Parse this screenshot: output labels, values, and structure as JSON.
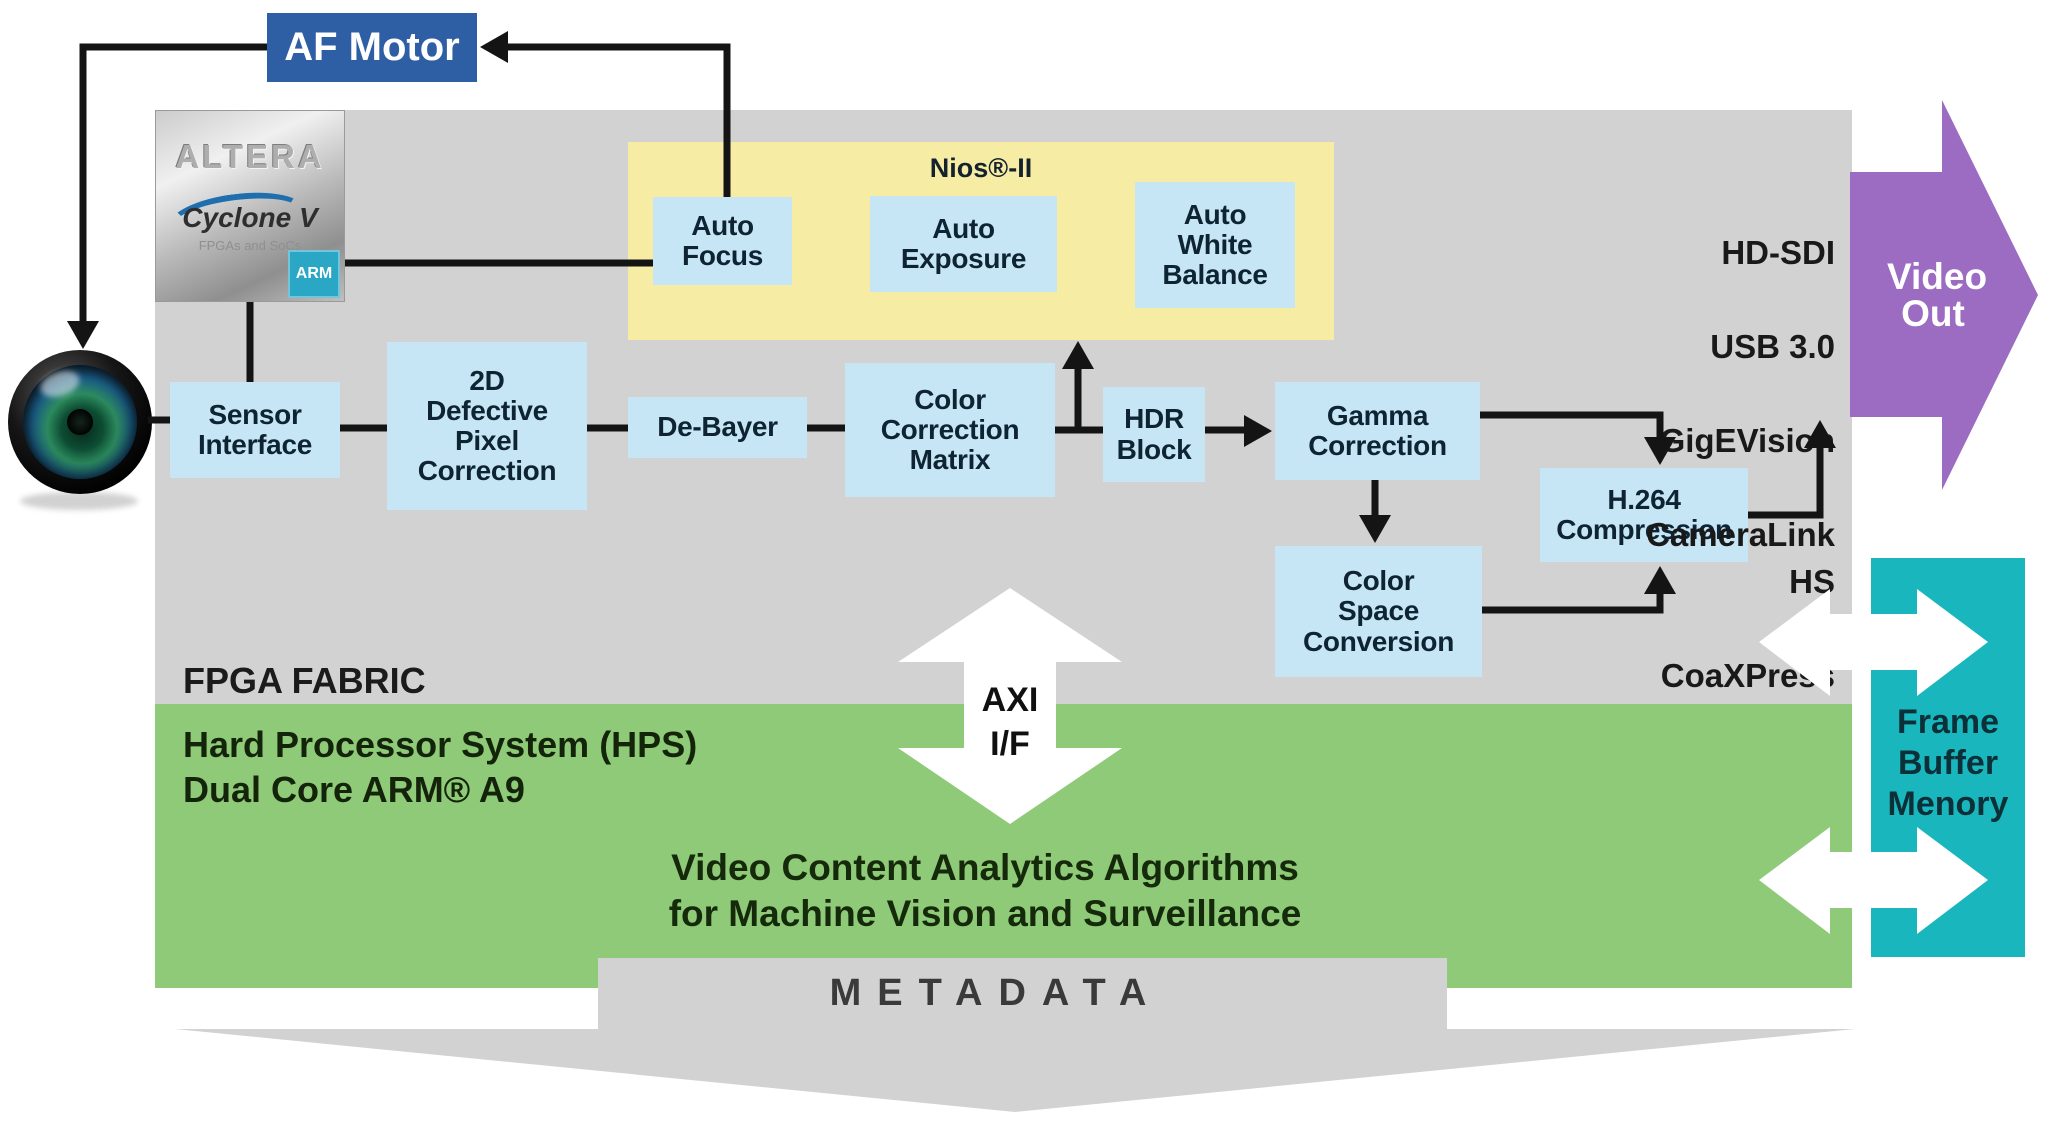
{
  "af_motor": {
    "label": "AF Motor"
  },
  "chip": {
    "brand": "ALTERA",
    "family": "Cyclone V",
    "sub": "FPGAs and SoCs",
    "arm": "ARM"
  },
  "nios": {
    "label": "Nios®-II",
    "auto_focus": "Auto\nFocus",
    "auto_exposure": "Auto\nExposure",
    "auto_white_balance": "Auto\nWhite\nBalance"
  },
  "pipeline": {
    "sensor_interface": "Sensor\nInterface",
    "defective_pixel": "2D\nDefective\nPixel\nCorrection",
    "de_bayer": "De-Bayer",
    "color_correction_matrix": "Color\nCorrection\nMatrix",
    "hdr_block": "HDR\nBlock",
    "gamma_correction": "Gamma\nCorrection",
    "color_space_conversion": "Color\nSpace\nConversion",
    "h264_compression": "H.264\nCompression"
  },
  "outputs": [
    "HD-SDI",
    "USB 3.0",
    "GigEVision",
    "CameraLink HS",
    "CoaXPress"
  ],
  "video_out": {
    "label": "Video\nOut"
  },
  "regions": {
    "fpga_fabric": "FPGA FABRIC",
    "hps": "Hard Processor System (HPS)\nDual Core ARM® A9",
    "analytics": "Video Content Analytics Algorithms\nfor Machine Vision and Surveillance"
  },
  "axi": {
    "label": "AXI\nI/F"
  },
  "frame_buffer": {
    "label": "Frame\nBuffer\nMenory"
  },
  "metadata": {
    "label": "METADATA"
  },
  "colors": {
    "fabric_gray": "#d2d2d3",
    "hps_green": "#8eca77",
    "nios_yellow": "#f7eca3",
    "block_blue": "#c7e6f5",
    "af_motor_blue": "#2e5fa4",
    "video_out_purple": "#9b6cc1",
    "frame_buffer_teal": "#19b7bd",
    "arm_badge_teal": "#2ba7c6"
  }
}
